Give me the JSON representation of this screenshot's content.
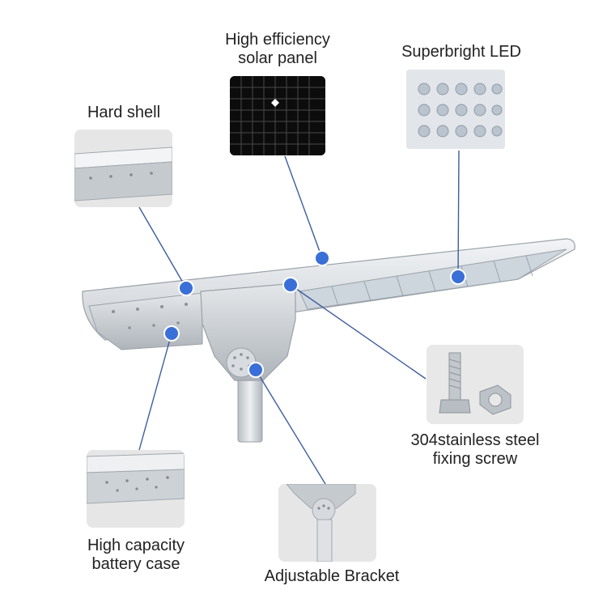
{
  "labels": {
    "hard_shell": "Hard shell",
    "solar_panel_line1": "High efficiency",
    "solar_panel_line2": "solar panel",
    "led": "Superbright LED",
    "screw_line1": "304stainless steel",
    "screw_line2": "fixing screw",
    "battery_line1": "High capacity",
    "battery_line2": "battery case",
    "bracket": "Adjustable Bracket"
  },
  "colors": {
    "callout_dot": "#3a6fd8",
    "callout_line": "#3d5d9e",
    "housing": "#d4d8dc",
    "led_cell": "#b9c4cf",
    "panel_cell": "#111111",
    "thumb_bg": "#e6e6e6"
  },
  "icons": [
    "solar-cell-grid",
    "led-module",
    "bolt-and-nut",
    "light-housing",
    "bracket-arm"
  ]
}
